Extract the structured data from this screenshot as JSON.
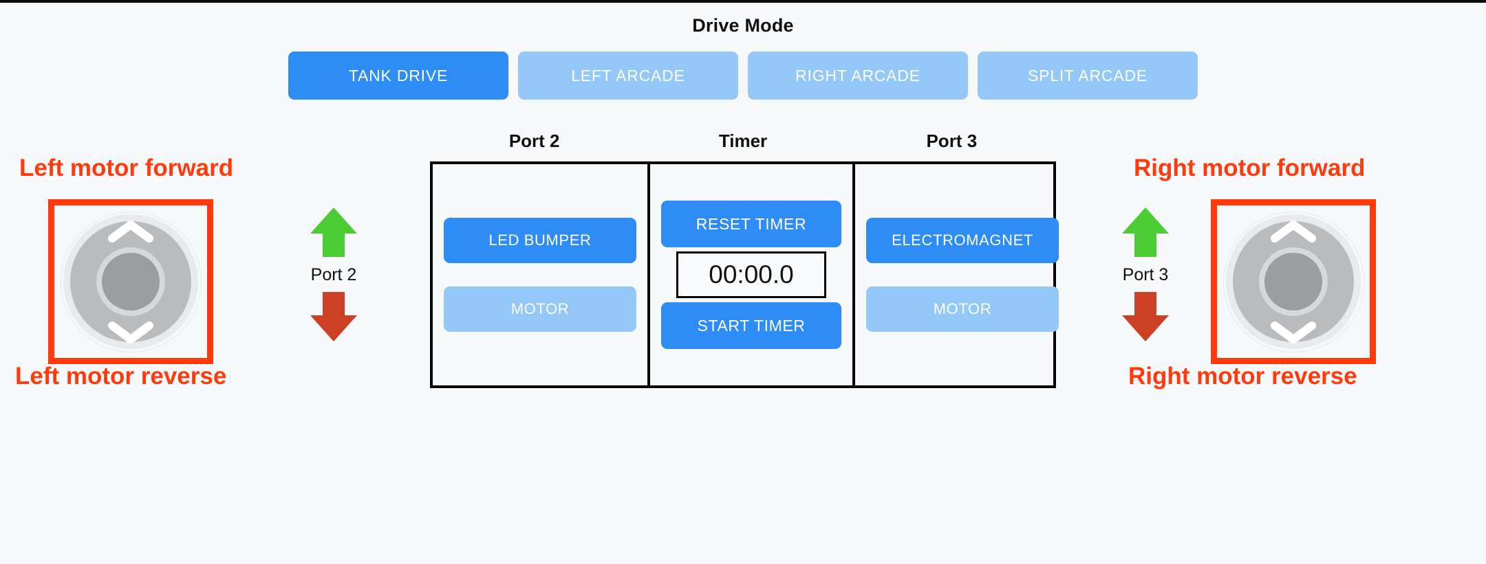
{
  "colors": {
    "background": "#f7f8fa",
    "accent_blue": "#2d8cf5",
    "light_blue": "#93c8f8",
    "annotation_red": "#ff3b0d",
    "arrow_green": "#4ccc35",
    "arrow_red": "#cc4125",
    "panel_border": "#000000",
    "joystick_grey": "#b9bbbd"
  },
  "drive_mode": {
    "title": "Drive Mode",
    "modes": [
      {
        "label": "TANK DRIVE",
        "active": true
      },
      {
        "label": "LEFT ARCADE",
        "active": false
      },
      {
        "label": "RIGHT ARCADE",
        "active": false
      },
      {
        "label": "SPLIT ARCADE",
        "active": false
      }
    ]
  },
  "panel": {
    "headers": [
      "Port 2",
      "Timer",
      "Port 3"
    ],
    "port2": {
      "header": "Port 2",
      "buttons": [
        {
          "label": "LED BUMPER",
          "style": "primary"
        },
        {
          "label": "MOTOR",
          "style": "secondary"
        }
      ]
    },
    "timer": {
      "header": "Timer",
      "reset_label": "RESET TIMER",
      "display": "00:00.0",
      "start_label": "START TIMER"
    },
    "port3": {
      "header": "Port 3",
      "buttons": [
        {
          "label": "ELECTROMAGNET",
          "style": "primary"
        },
        {
          "label": "MOTOR",
          "style": "secondary"
        }
      ]
    }
  },
  "left_control": {
    "forward_label": "Left motor forward",
    "reverse_label": "Left motor reverse",
    "port_label": "Port 2",
    "up_icon": "arrow-up-icon",
    "down_icon": "arrow-down-icon",
    "joystick_icon": "joystick-dpad-icon"
  },
  "right_control": {
    "forward_label": "Right motor forward",
    "reverse_label": "Right motor reverse",
    "port_label": "Port 3",
    "up_icon": "arrow-up-icon",
    "down_icon": "arrow-down-icon",
    "joystick_icon": "joystick-dpad-icon"
  }
}
